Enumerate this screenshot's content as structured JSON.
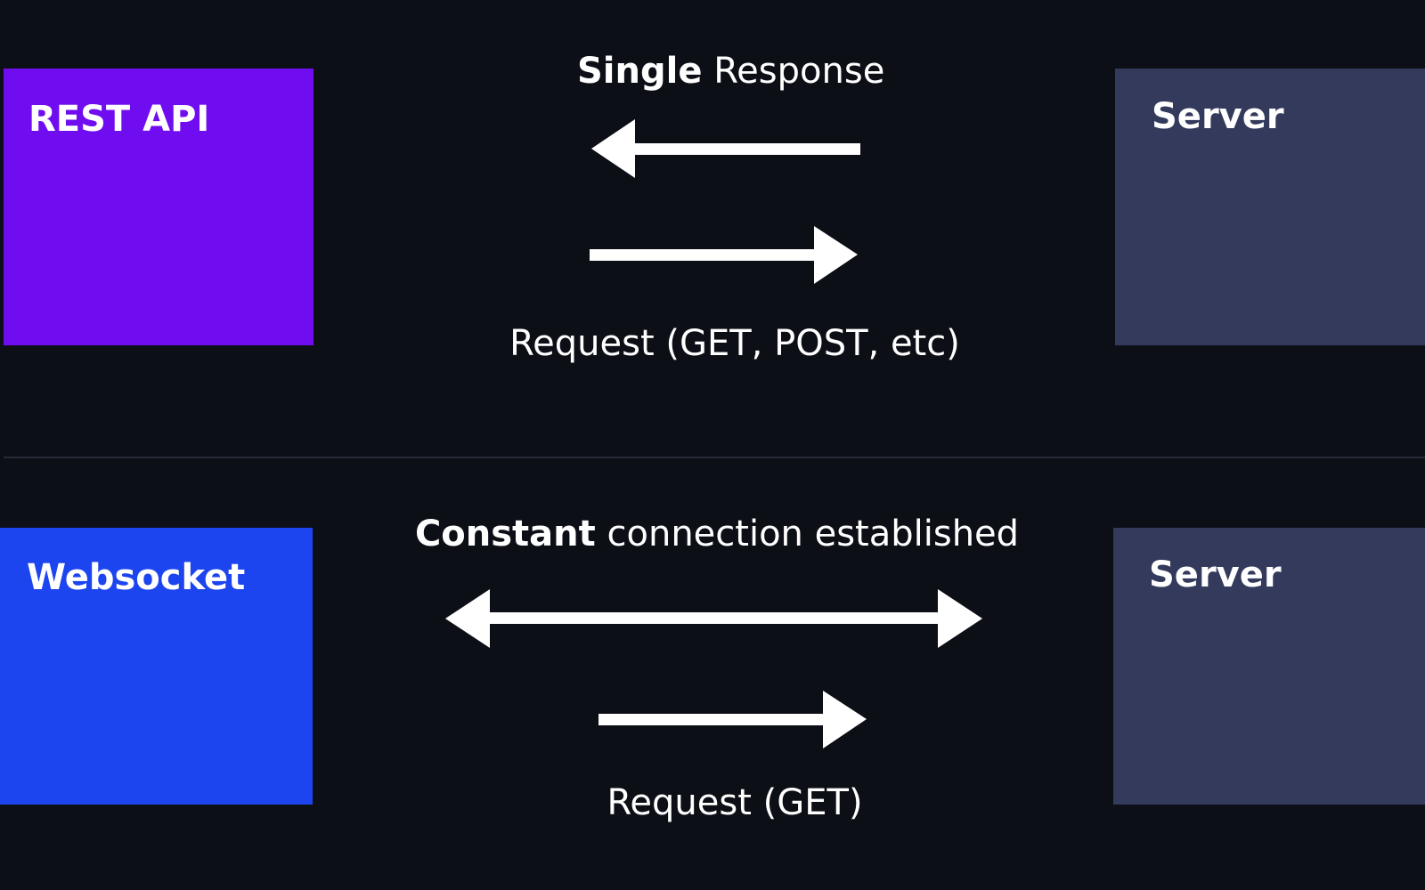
{
  "colors": {
    "background": "#0d0f17",
    "rest_box": "#700cf0",
    "websocket_box": "#1c45f0",
    "server_box": "#333a5c",
    "arrow": "#ffffff",
    "divider": "#262a36"
  },
  "top": {
    "client_title": "REST API",
    "server_title": "Server",
    "response_label_strong": "Single",
    "response_label_rest": "Response",
    "request_label": "Request (GET, POST, etc)"
  },
  "bottom": {
    "client_title": "Websocket",
    "server_title": "Server",
    "connection_label_strong": "Constant",
    "connection_label_rest": "connection established",
    "request_label": "Request (GET)"
  }
}
